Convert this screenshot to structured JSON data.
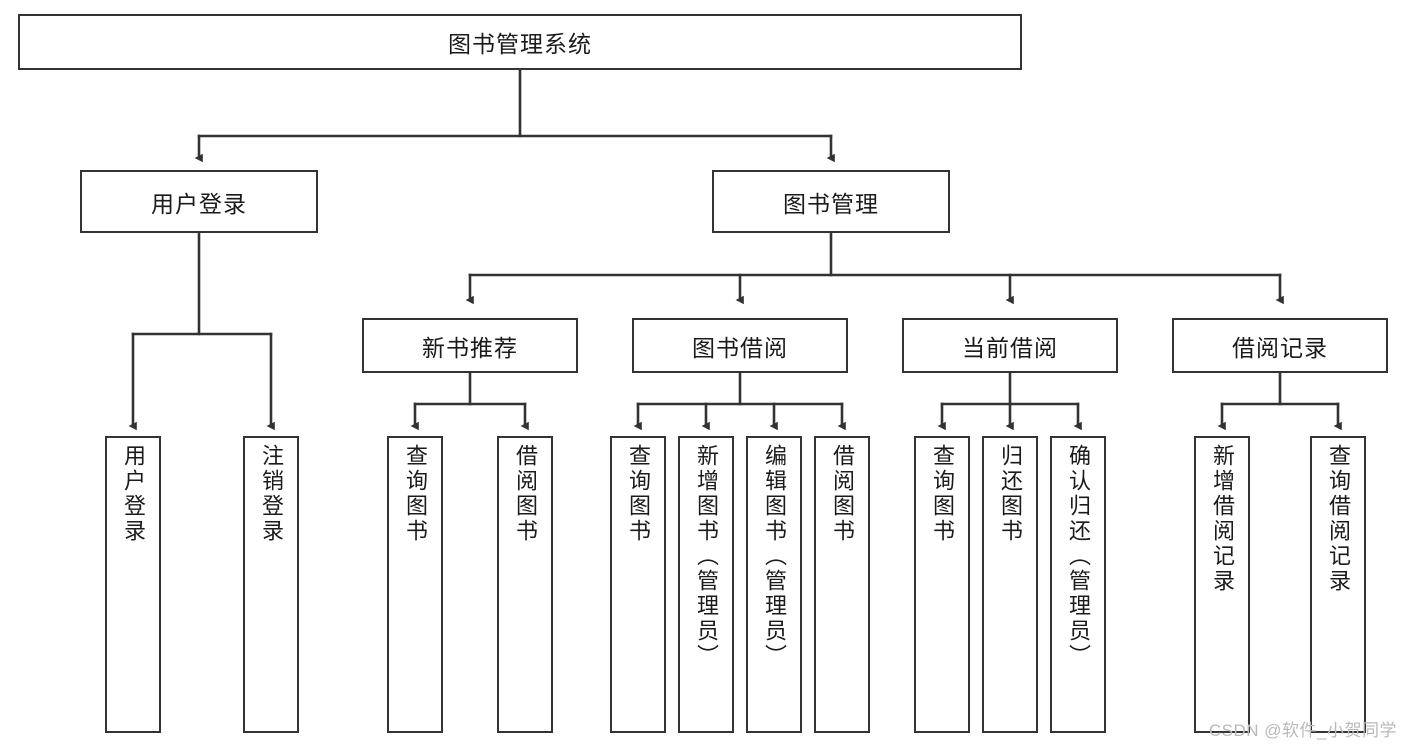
{
  "diagram": {
    "type": "tree-org-chart",
    "title": "图书管理系统",
    "colors": {
      "box_border": "#333333",
      "box_fill": "#ffffff",
      "connector": "#333333",
      "text": "#1b1b1b",
      "watermark": "#b9b9b9"
    },
    "root": {
      "label": "图书管理系统"
    },
    "level2": [
      {
        "id": "user-login",
        "label": "用户登录"
      },
      {
        "id": "book-manage",
        "label": "图书管理"
      }
    ],
    "level3": [
      {
        "id": "new-book-rec",
        "label": "新书推荐"
      },
      {
        "id": "book-borrow",
        "label": "图书借阅"
      },
      {
        "id": "current-borrow",
        "label": "当前借阅"
      },
      {
        "id": "borrow-record",
        "label": "借阅记录"
      }
    ],
    "leaves": {
      "user_login": [
        {
          "id": "leaf-user-login",
          "label": "用户登录"
        },
        {
          "id": "leaf-logout-login",
          "label": "注销登录"
        }
      ],
      "new_book_rec": [
        {
          "id": "leaf-query-book-1",
          "label": "查询图书"
        },
        {
          "id": "leaf-borrow-book-1",
          "label": "借阅图书"
        }
      ],
      "book_borrow": [
        {
          "id": "leaf-query-book-2",
          "label": "查询图书"
        },
        {
          "id": "leaf-add-book",
          "label": "新增图书（管理员）"
        },
        {
          "id": "leaf-edit-book",
          "label": "编辑图书（管理员）"
        },
        {
          "id": "leaf-borrow-book-2",
          "label": "借阅图书"
        }
      ],
      "current_borrow": [
        {
          "id": "leaf-query-book-3",
          "label": "查询图书"
        },
        {
          "id": "leaf-return-book",
          "label": "归还图书"
        },
        {
          "id": "leaf-confirm-return",
          "label": "确认归还（管理员）"
        }
      ],
      "borrow_record": [
        {
          "id": "leaf-add-record",
          "label": "新增借阅记录"
        },
        {
          "id": "leaf-query-record",
          "label": "查询借阅记录"
        }
      ]
    }
  },
  "watermark": {
    "text": "CSDN @软件_小贺同学"
  }
}
